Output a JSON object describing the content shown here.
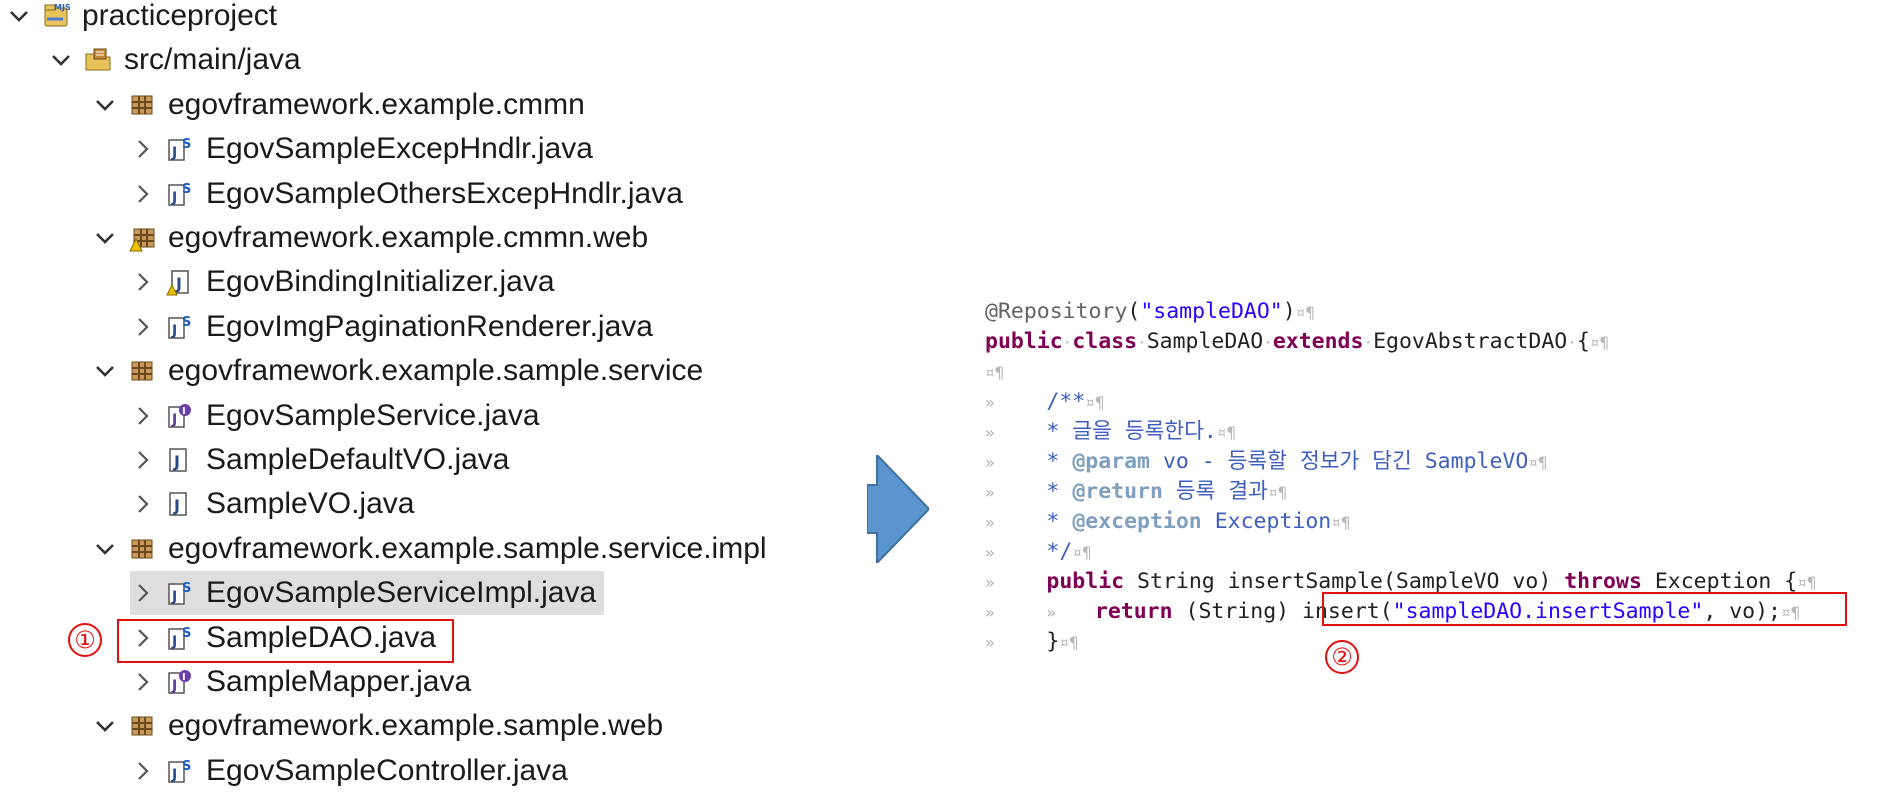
{
  "tree": [
    {
      "label": "practiceproject",
      "icon": "project",
      "expanded": true,
      "depth": 0
    },
    {
      "label": "src/main/java",
      "icon": "source-folder",
      "expanded": true,
      "depth": 1
    },
    {
      "label": "egovframework.example.cmmn",
      "icon": "package",
      "expanded": true,
      "depth": 2
    },
    {
      "label": "EgovSampleExcepHndlr.java",
      "icon": "java-spring",
      "expanded": false,
      "depth": 3
    },
    {
      "label": "EgovSampleOthersExcepHndlr.java",
      "icon": "java-spring",
      "expanded": false,
      "depth": 3
    },
    {
      "label": "egovframework.example.cmmn.web",
      "icon": "package-warning",
      "expanded": true,
      "depth": 2
    },
    {
      "label": "EgovBindingInitializer.java",
      "icon": "java-warning",
      "expanded": false,
      "depth": 3
    },
    {
      "label": "EgovImgPaginationRenderer.java",
      "icon": "java-spring",
      "expanded": false,
      "depth": 3
    },
    {
      "label": "egovframework.example.sample.service",
      "icon": "package",
      "expanded": true,
      "depth": 2
    },
    {
      "label": "EgovSampleService.java",
      "icon": "java-interface-spring",
      "expanded": false,
      "depth": 3
    },
    {
      "label": "SampleDefaultVO.java",
      "icon": "java",
      "expanded": false,
      "depth": 3
    },
    {
      "label": "SampleVO.java",
      "icon": "java",
      "expanded": false,
      "depth": 3
    },
    {
      "label": "egovframework.example.sample.service.impl",
      "icon": "package",
      "expanded": true,
      "depth": 2
    },
    {
      "label": "EgovSampleServiceImpl.java",
      "icon": "java-spring",
      "expanded": false,
      "depth": 3,
      "selected": true
    },
    {
      "label": "SampleDAO.java",
      "icon": "java-spring",
      "expanded": false,
      "depth": 3
    },
    {
      "label": "SampleMapper.java",
      "icon": "java-interface-spring",
      "expanded": false,
      "depth": 3
    },
    {
      "label": "egovframework.example.sample.web",
      "icon": "package",
      "expanded": true,
      "depth": 2
    },
    {
      "label": "EgovSampleController.java",
      "icon": "java-spring",
      "expanded": false,
      "depth": 3
    }
  ],
  "markers": {
    "first": "①",
    "second": "②"
  },
  "colors": {
    "arrow": "#5b95d0",
    "highlight": "#e01010",
    "keyword": "#7f0055",
    "string": "#2a00ff",
    "javadoc": "#3f5fbf",
    "selection": "#dedede"
  },
  "code": {
    "annotation": "@Repository",
    "annotation_arg": "\"sampleDAO\"",
    "class_kw1": "public",
    "class_kw2": "class",
    "class_name": "SampleDAO",
    "extends_kw": "extends",
    "super_name": "EgovAbstractDAO",
    "open_brace": "{",
    "jd_open": "/**",
    "jd_line1": "* 글을 등록한다.",
    "jd_param_tag": "@param",
    "jd_param_text": "vo - 등록할 정보가 담긴 SampleVO",
    "jd_return_tag": "@return",
    "jd_return_text": "등록 결과",
    "jd_exception_tag": "@exception",
    "jd_exception_text": "Exception",
    "jd_close": "*/",
    "method_kw": "public",
    "method_sig": "String insertSample(SampleVO vo)",
    "throws_kw": "throws",
    "throws_type": "Exception {",
    "return_kw": "return",
    "cast": "(String)",
    "call_start": "insert(",
    "call_arg": "\"sampleDAO.insertSample\"",
    "call_end": ", vo);",
    "close_brace": "}",
    "ws_pilcrow": "¤¶",
    "ws_tab": "»",
    "ws_dot": "·"
  }
}
